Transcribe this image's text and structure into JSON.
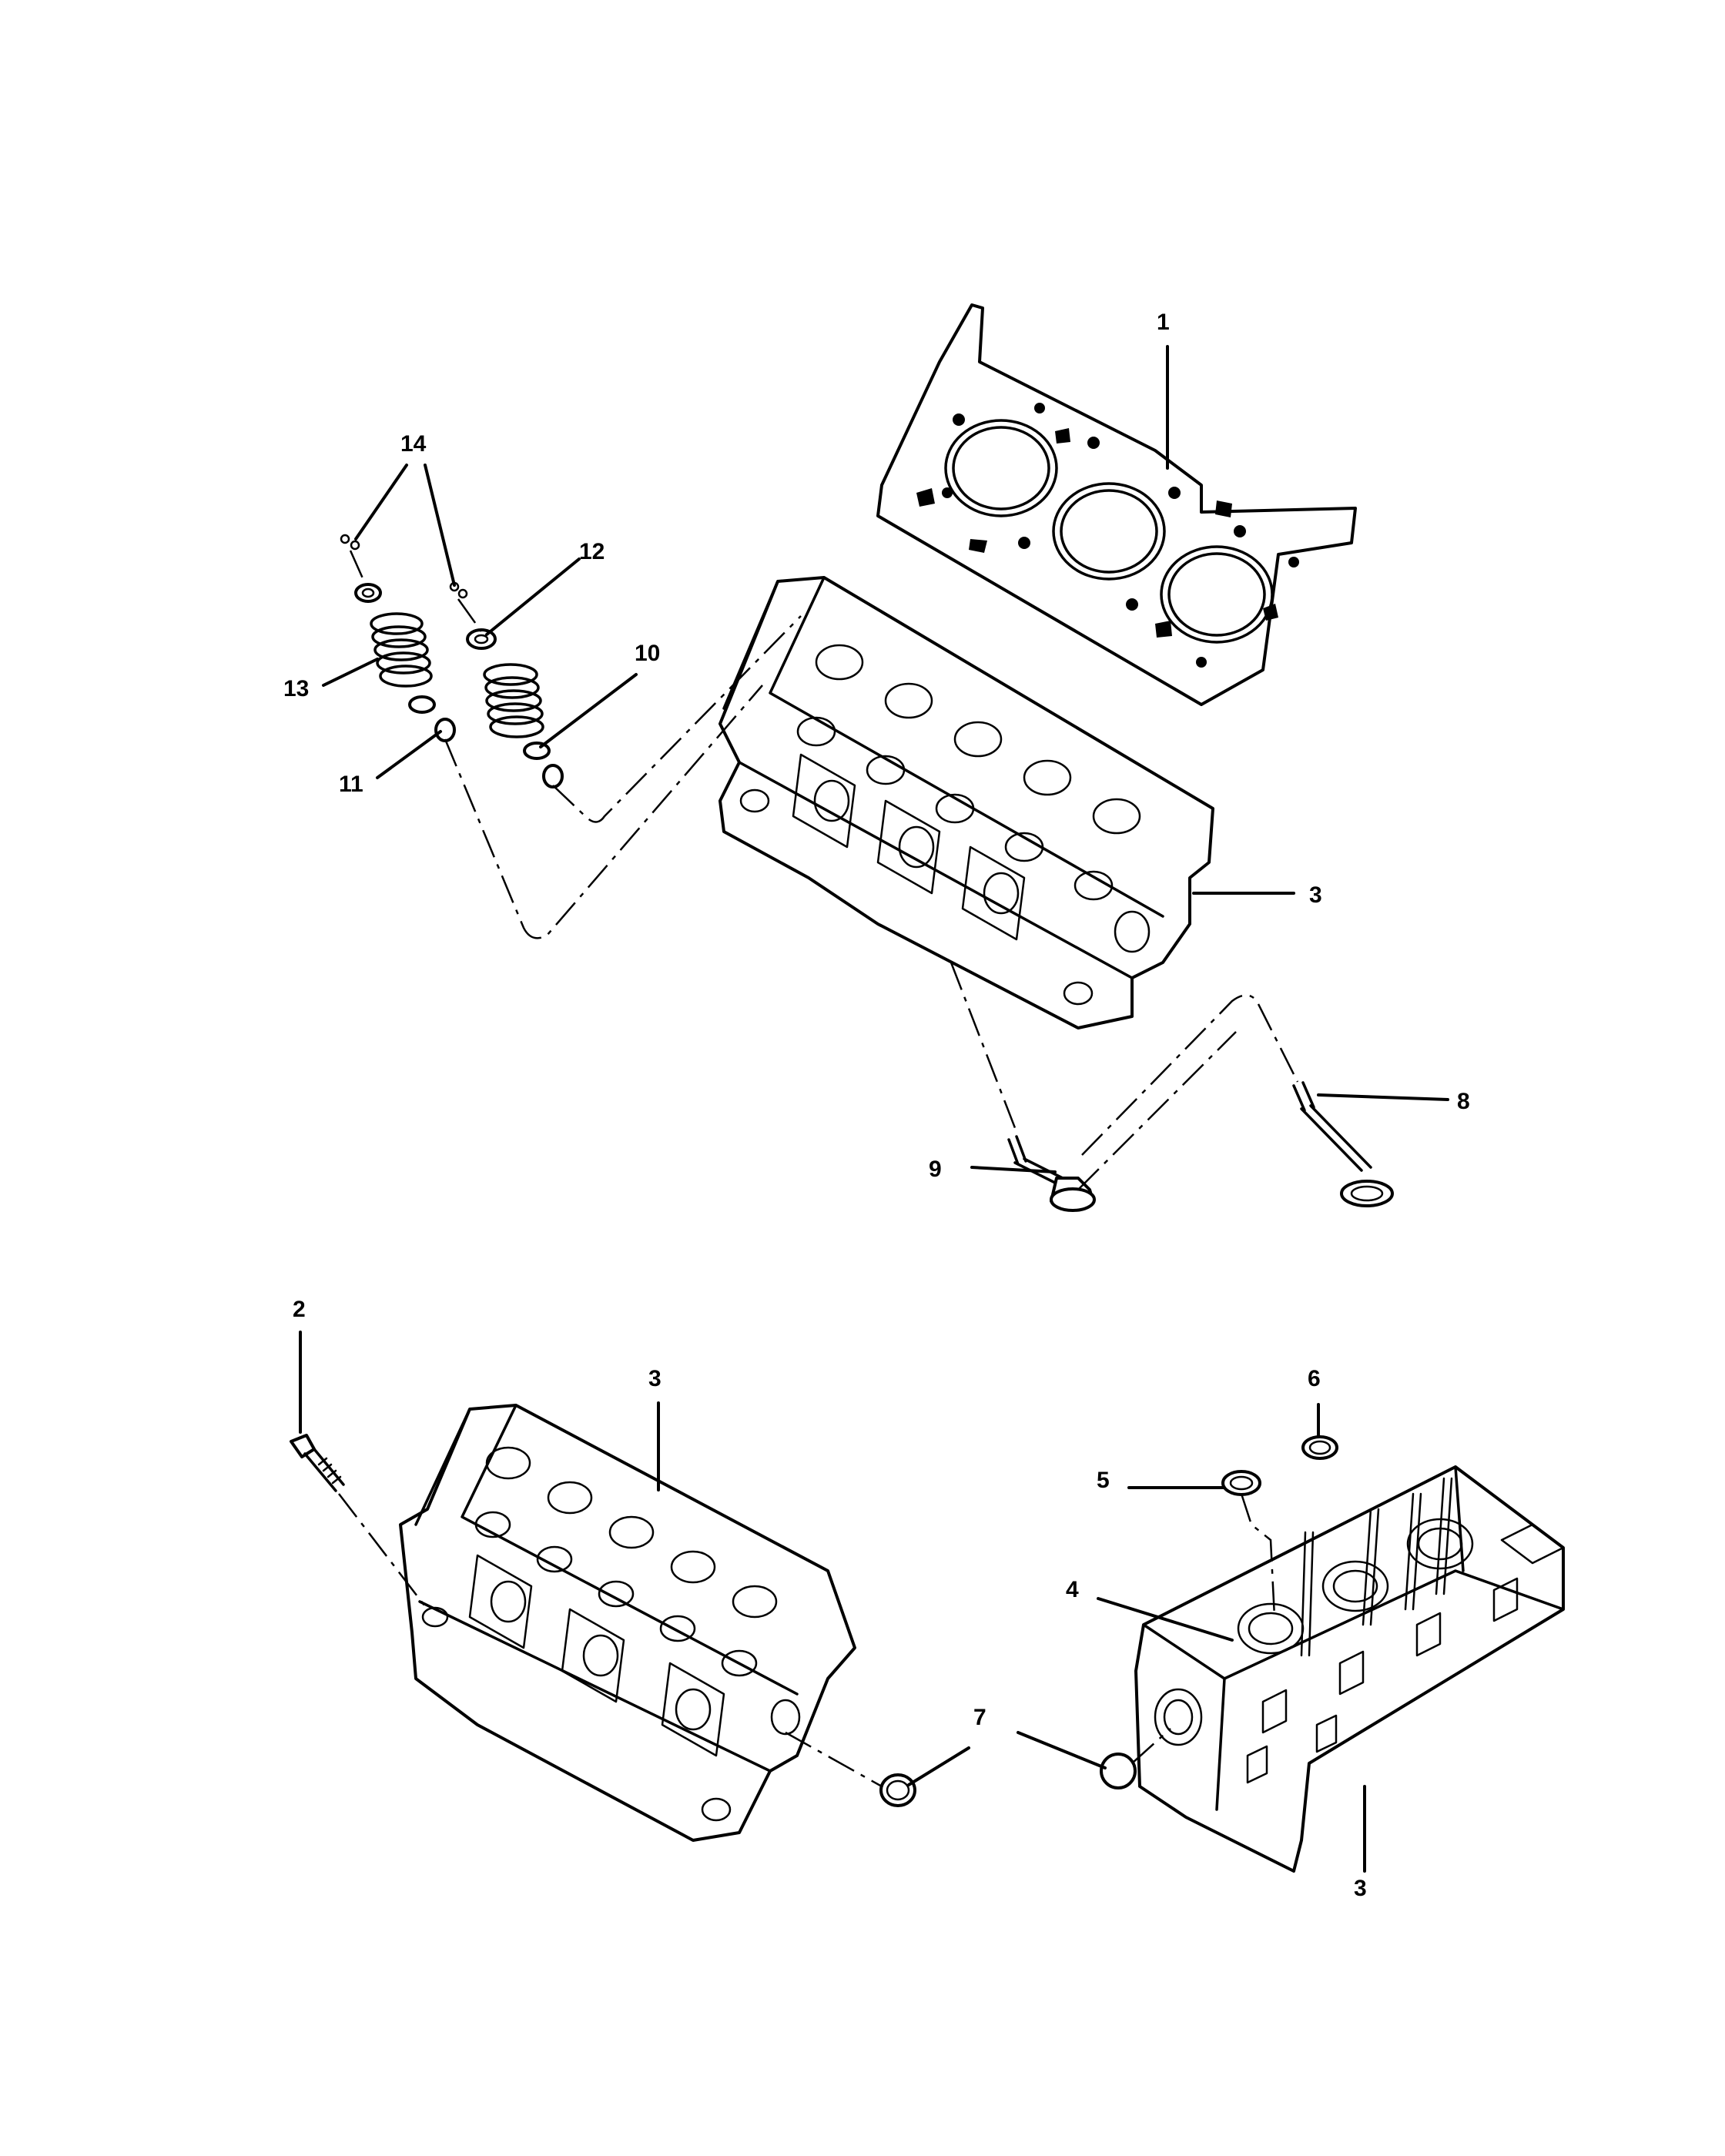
{
  "callouts": [
    {
      "id": "c1",
      "label": "1"
    },
    {
      "id": "c2",
      "label": "2"
    },
    {
      "id": "c3a",
      "label": "3"
    },
    {
      "id": "c3b",
      "label": "3"
    },
    {
      "id": "c3c",
      "label": "3"
    },
    {
      "id": "c4",
      "label": "4"
    },
    {
      "id": "c5",
      "label": "5"
    },
    {
      "id": "c6",
      "label": "6"
    },
    {
      "id": "c7",
      "label": "7"
    },
    {
      "id": "c8",
      "label": "8"
    },
    {
      "id": "c9",
      "label": "9"
    },
    {
      "id": "c10",
      "label": "10"
    },
    {
      "id": "c11",
      "label": "11"
    },
    {
      "id": "c12",
      "label": "12"
    },
    {
      "id": "c13",
      "label": "13"
    },
    {
      "id": "c14",
      "label": "14"
    }
  ]
}
